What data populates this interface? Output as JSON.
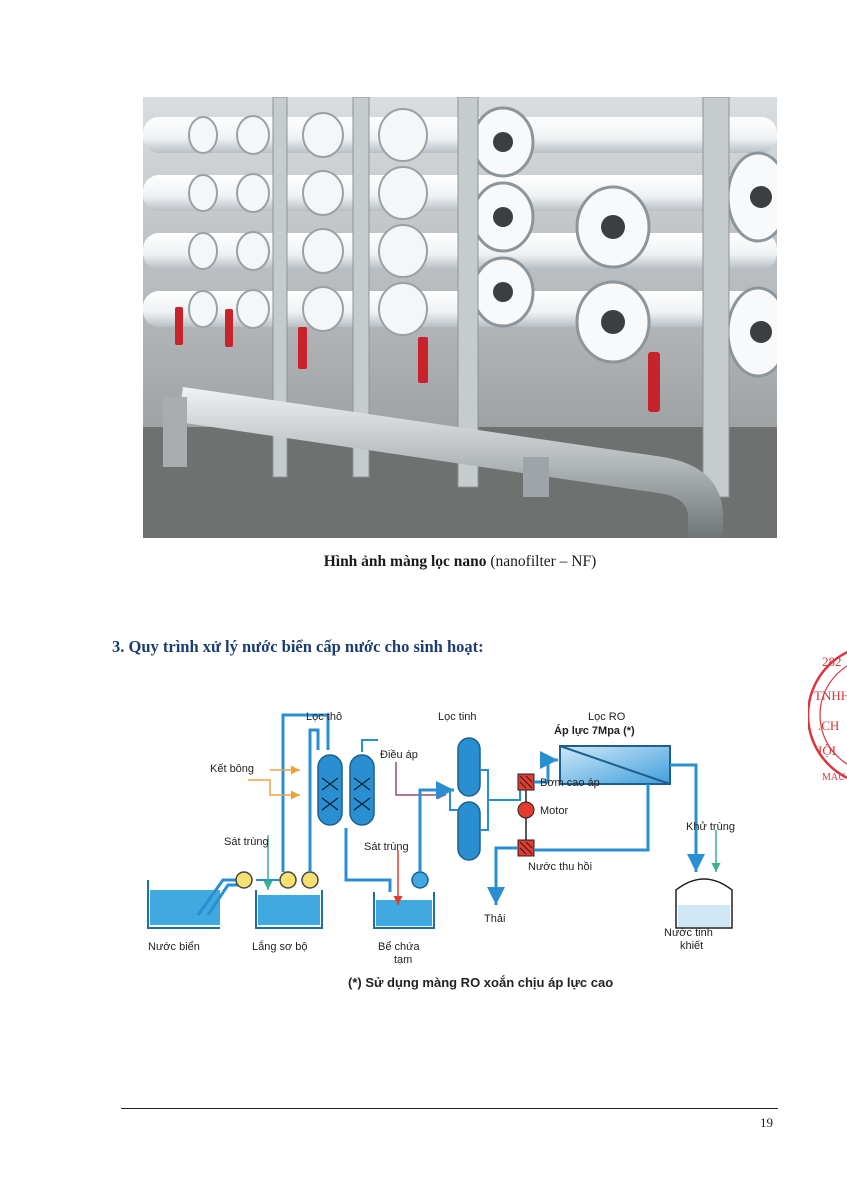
{
  "photo": {
    "icon": "ro-membrane-photo"
  },
  "caption": {
    "bold": "Hình ảnh màng lọc nano",
    "rest": " (nanofilter – NF)"
  },
  "heading": "3. Quy trình xử lý nước biển cấp nước cho sinh  hoạt:",
  "diagram": {
    "loc_tho": "Lọc thô",
    "loc_tinh": "Lọc tinh",
    "loc_ro": "Lọc RO",
    "ap_luc": "Áp lực 7Mpa (*)",
    "ket_bong": "Kết bông",
    "dieu_ap": "Điều áp",
    "sat_trung_1": "Sát trùng",
    "sat_trung_2": "Sát trùng",
    "bom_cao_ap": "Bơm cao áp",
    "motor": "Motor",
    "khu_trung": "Khử trùng",
    "nuoc_thu_hoi": "Nước thu hồi",
    "thai": "Thải",
    "nuoc_bien": "Nước biển",
    "lang_so_bo": "Lắng sơ bộ",
    "be_chua_1": "Bể chứa",
    "be_chua_2": "tạm",
    "nuoc_tinh_1": "Nước tinh",
    "nuoc_tinh_2": "khiết",
    "footnote": "(*) Sử dụng màng RO xoắn chịu áp lực cao",
    "colors": {
      "pipe": "#2a8fd0",
      "tank_water": "#3fa9e0",
      "pump": "#f5e070",
      "ro": "#5fb4e6",
      "red": "#e33b2e"
    }
  },
  "stamp": {
    "t1": "282",
    "t2": "TNHH",
    "t3": ".CH",
    "t4": "IỘI",
    "t5": "MAU"
  },
  "page_number": "19"
}
